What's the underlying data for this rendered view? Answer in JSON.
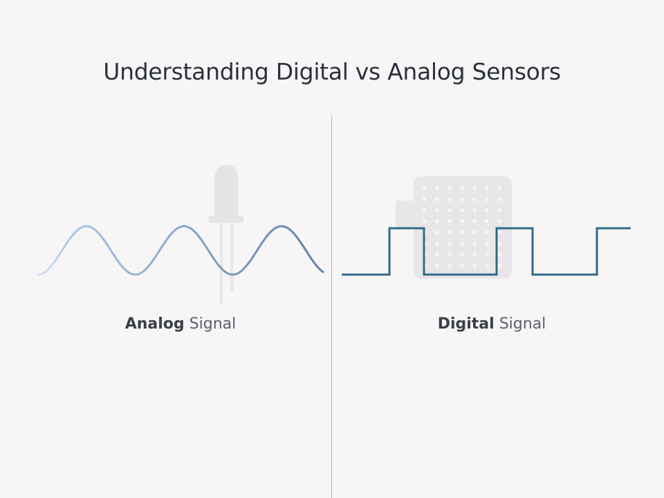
{
  "title": "Understanding Digital vs Analog Sensors",
  "analog": {
    "label_bold": "Analog",
    "label_rest": "Signal"
  },
  "digital": {
    "label_bold": "Digital",
    "label_rest": "Signal"
  },
  "colors": {
    "analog_start": "#a7c3e6",
    "analog_end": "#5f7fa8",
    "digital_wave": "#2e6b86",
    "divider": "#b9b7bb",
    "title": "#2a313b",
    "background": "#f7f5f6"
  },
  "icons": {
    "analog_ghost": "led-icon",
    "digital_ghost": "sensor-module-icon"
  }
}
